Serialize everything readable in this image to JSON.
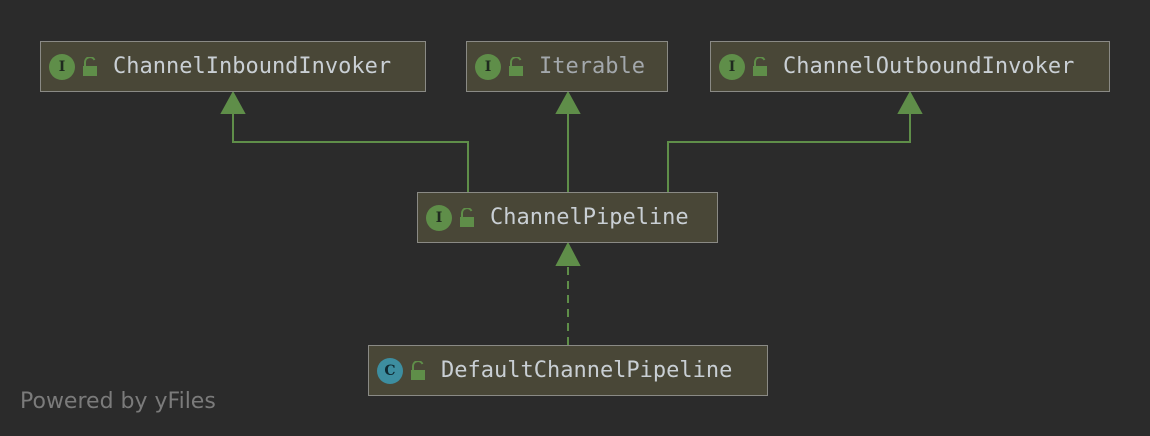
{
  "nodes": [
    {
      "id": "inbound",
      "kind": "I",
      "kind_type": "interface",
      "name": "ChannelInboundInvoker"
    },
    {
      "id": "iterable",
      "kind": "I",
      "kind_type": "interface",
      "name": "Iterable"
    },
    {
      "id": "outbound",
      "kind": "I",
      "kind_type": "interface",
      "name": "ChannelOutboundInvoker"
    },
    {
      "id": "pipeline",
      "kind": "I",
      "kind_type": "interface",
      "name": "ChannelPipeline"
    },
    {
      "id": "default",
      "kind": "C",
      "kind_type": "class",
      "name": "DefaultChannelPipeline"
    }
  ],
  "edges": [
    {
      "from": "pipeline",
      "to": "inbound",
      "type": "extends"
    },
    {
      "from": "pipeline",
      "to": "iterable",
      "type": "extends"
    },
    {
      "from": "pipeline",
      "to": "outbound",
      "type": "extends"
    },
    {
      "from": "default",
      "to": "pipeline",
      "type": "implements"
    }
  ],
  "colors": {
    "background": "#2b2b2b",
    "node_fill": "#494737",
    "node_border": "#8a8a85",
    "edge": "#5f8e49",
    "interface_badge": "#5f8e49",
    "class_badge": "#3d8ea0",
    "text": "#c9cfd4"
  },
  "footer": "Powered by yFiles"
}
